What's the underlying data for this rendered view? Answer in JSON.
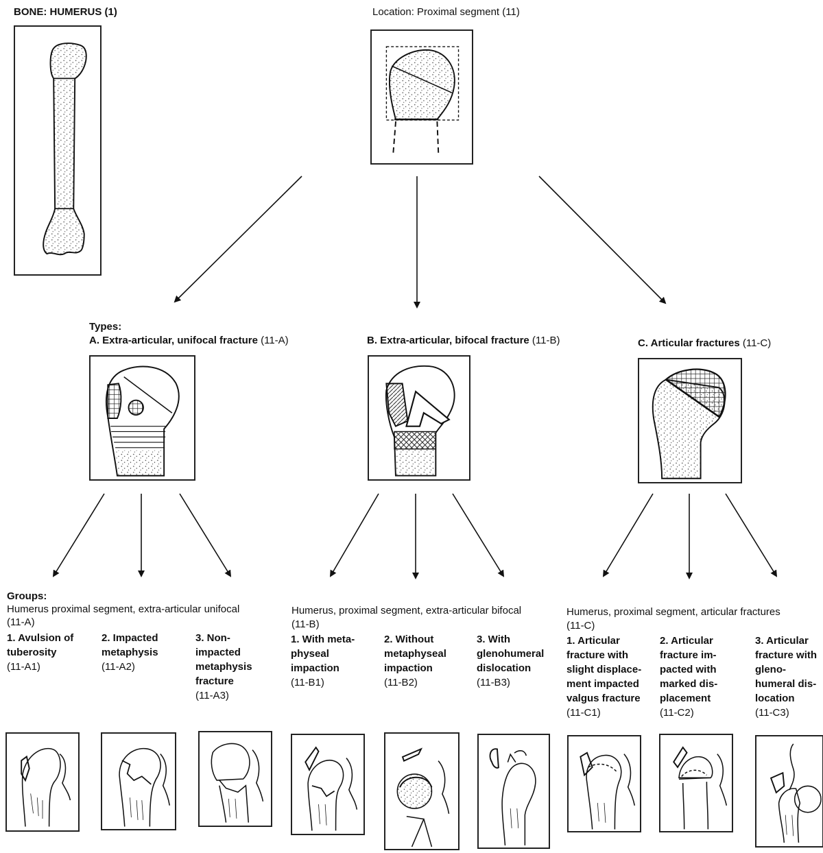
{
  "header": {
    "bone": "BONE: HUMERUS (1)",
    "location": "Location: Proximal segment (11)"
  },
  "types": {
    "label": "Types:",
    "a": {
      "title": "A. Extra-articular, unifocal fracture",
      "code": "(11-A)"
    },
    "b": {
      "title": "B. Extra-articular, bifocal fracture",
      "code": "(11-B)"
    },
    "c": {
      "title": "C. Articular fractures",
      "code": "(11-C)"
    }
  },
  "groups": {
    "label": "Groups:",
    "a": {
      "desc": "Humerus proximal segment, extra-articular unifocal",
      "code": "(11-A)",
      "items": [
        {
          "lines": [
            "1. Avulsion of",
            "tuberosity"
          ],
          "code": "(11-A1)"
        },
        {
          "lines": [
            "2. Impacted",
            "metaphysis"
          ],
          "code": "(11-A2)"
        },
        {
          "lines": [
            "3. Non-",
            "impacted",
            "metaphysis",
            "fracture"
          ],
          "code": "(11-A3)"
        }
      ]
    },
    "b": {
      "desc": "Humerus, proximal segment, extra-articular bifocal",
      "code": "(11-B)",
      "items": [
        {
          "lines": [
            "1. With meta-",
            "physeal",
            "impaction"
          ],
          "code": "(11-B1)"
        },
        {
          "lines": [
            "2. Without",
            "metaphyseal",
            "impaction"
          ],
          "code": "(11-B2)"
        },
        {
          "lines": [
            "3. With",
            "glenohumeral",
            "dislocation"
          ],
          "code": "(11-B3)"
        }
      ]
    },
    "c": {
      "desc": "Humerus, proximal segment, articular fractures",
      "code": "(11-C)",
      "items": [
        {
          "lines": [
            "1. Articular",
            "fracture with",
            "slight displace-",
            "ment impacted",
            "valgus fracture"
          ],
          "code": "(11-C1)"
        },
        {
          "lines": [
            "2. Articular",
            "fracture im-",
            "pacted with",
            "marked dis-",
            "placement"
          ],
          "code": "(11-C2)"
        },
        {
          "lines": [
            "3. Articular",
            "fracture with",
            "gleno-",
            "humeral dis-",
            "location"
          ],
          "code": "(11-C3)"
        }
      ]
    }
  }
}
